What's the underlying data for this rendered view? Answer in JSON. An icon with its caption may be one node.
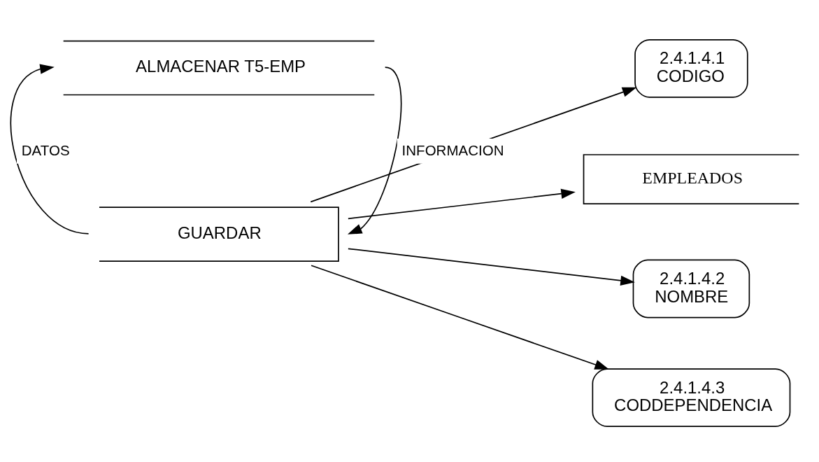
{
  "diagram": {
    "nodes": [
      {
        "text": [
          "GUARDAR"
        ]
      },
      {
        "text": [
          "2.4.1.4.1",
          "CODIGO"
        ]
      },
      {
        "text": [
          "EMPLEADOS"
        ]
      },
      {
        "text": [
          "2.4.1.4.2",
          "NOMBRE"
        ]
      },
      {
        "text": [
          "2.4.1.4.3",
          "CODDEPENDENCIA"
        ]
      },
      {
        "text": [
          "ALMACENAR T5-EMP"
        ]
      }
    ],
    "edges": [
      {
        "from": 0,
        "to": 1,
        "arrow": "to"
      },
      {
        "from": 0,
        "to": 2,
        "arrow": "to"
      },
      {
        "from": 0,
        "to": 3,
        "arrow": "to"
      },
      {
        "from": 0,
        "to": 4,
        "arrow": "to"
      },
      {
        "from": 0,
        "to": 5,
        "label": "DATOS",
        "arrow": "to"
      },
      {
        "from": 5,
        "to": 0,
        "label": "INFORMACION",
        "arrow": "to"
      }
    ]
  }
}
